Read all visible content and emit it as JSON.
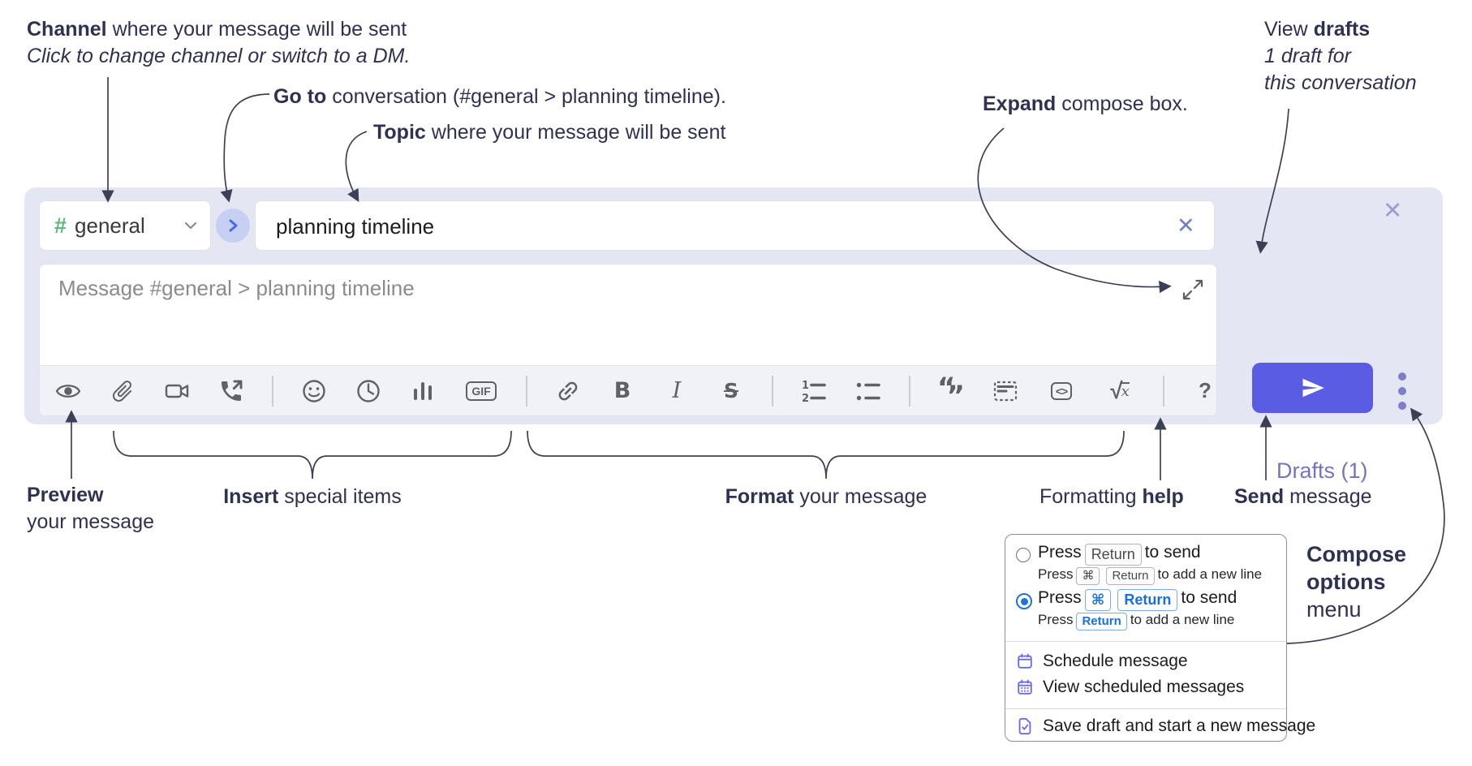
{
  "annotations": {
    "channel": {
      "bold": "Channel",
      "rest": " where your message will be sent",
      "line2": "Click to change channel or switch to a DM."
    },
    "goto": {
      "bold": "Go to",
      "rest": " conversation (#general > planning timeline)."
    },
    "topic": {
      "bold": "Topic",
      "rest": " where your message will be sent"
    },
    "expand": {
      "bold": "Expand",
      "rest": " compose box."
    },
    "drafts": {
      "pre": "View ",
      "bold": "drafts",
      "line2": "1 draft for",
      "line3": "this conversation"
    },
    "preview": {
      "bold": "Preview",
      "line2": "your message"
    },
    "insert": {
      "bold": "Insert",
      "rest": " special items"
    },
    "format": {
      "bold": "Format",
      "rest": " your message"
    },
    "help": {
      "pre": "Formatting ",
      "bold": "help"
    },
    "send": {
      "bold": "Send",
      "rest": " message"
    },
    "compose_options": {
      "line1": "Compose",
      "line2": "options",
      "line3": "menu"
    }
  },
  "compose": {
    "channel": {
      "hash": "#",
      "name": "general"
    },
    "topic_value": "planning timeline",
    "message_placeholder": "Message #general > planning timeline",
    "drafts_link": "Drafts (1)",
    "close_icon": "✕",
    "clear_icon": "✕",
    "toolbar": {
      "gif_label": "GIF",
      "bold_label": "B",
      "italic_label": "I",
      "strike_label": "S",
      "code_label": "<>",
      "quote_open": "“",
      "quote_close": "”",
      "math_root": "√",
      "math_x": "x",
      "help_label": "?",
      "icons": [
        "preview",
        "attach-file",
        "video-call",
        "voice-call",
        "emoji",
        "time",
        "poll",
        "gif",
        "link",
        "bold",
        "italic",
        "strikethrough",
        "numbered-list",
        "bulleted-list",
        "quote",
        "spoiler",
        "code",
        "math",
        "help"
      ]
    }
  },
  "options_menu": {
    "enter_sends": {
      "pre": "Press",
      "key": "Return",
      "post": "to send",
      "sub_pre": "Press",
      "sub_key1": "⌘",
      "sub_key2": "Return",
      "sub_post": "to add a new line",
      "selected": false
    },
    "cmd_sends": {
      "pre": "Press",
      "key1": "⌘",
      "key2": "Return",
      "post": "to send",
      "sub_pre": "Press",
      "sub_key": "Return",
      "sub_post": "to add a new line",
      "selected": true
    },
    "items": [
      {
        "label": "Schedule message"
      },
      {
        "label": "View scheduled messages"
      },
      {
        "label": "Save draft and start a new message"
      }
    ]
  },
  "colors": {
    "send_button": "#5b5ce4",
    "drafts_link": "#7474c0",
    "hashtag_green": "#5fb87a",
    "radio_selected": "#1f72d8",
    "key_blue": "#1a6fe0",
    "menu_icon_purple": "#6a6ae0",
    "compose_bg": "#e4e6f4"
  }
}
